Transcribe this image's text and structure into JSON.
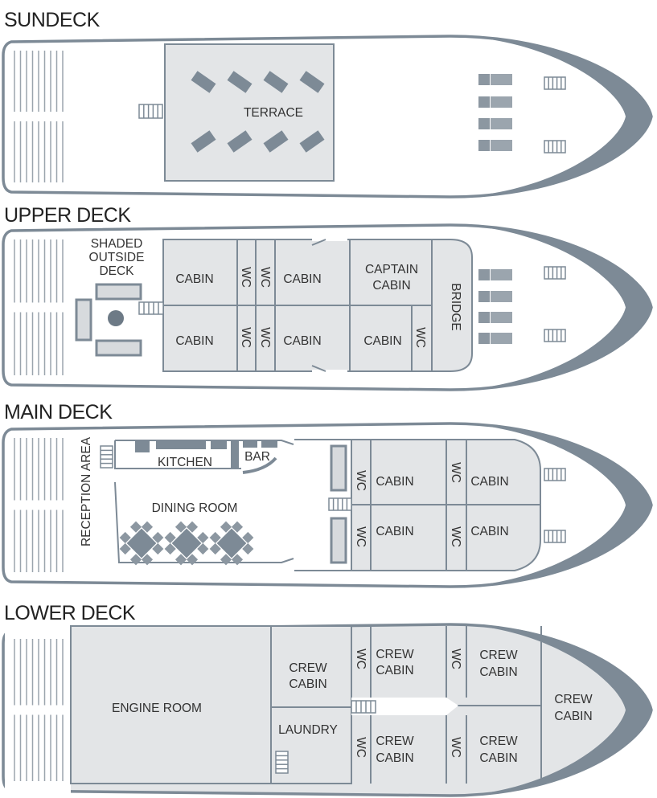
{
  "colors": {
    "stroke": "#7d8a96",
    "room_fill": "#e3e5e7",
    "text": "#333333"
  },
  "decks": {
    "sundeck": {
      "title": "SUNDECK",
      "terrace": "TERRACE"
    },
    "upper": {
      "title": "UPPER DECK",
      "shaded": [
        "SHADED",
        "OUTSIDE",
        "DECK"
      ],
      "cabin": "CABIN",
      "wc": "WC",
      "captain": [
        "CAPTAIN",
        "CABIN"
      ],
      "bridge": "BRIDGE"
    },
    "main": {
      "title": "MAIN DECK",
      "kitchen": "KITCHEN",
      "bar": "BAR",
      "dining": "DINING ROOM",
      "reception": "RECEPTION AREA",
      "cabin": "CABIN",
      "wc": "WC"
    },
    "lower": {
      "title": "LOWER DECK",
      "engine": "ENGINE ROOM",
      "crew": [
        "CREW",
        "CABIN"
      ],
      "laundry": "LAUNDRY",
      "wc": "WC"
    }
  }
}
